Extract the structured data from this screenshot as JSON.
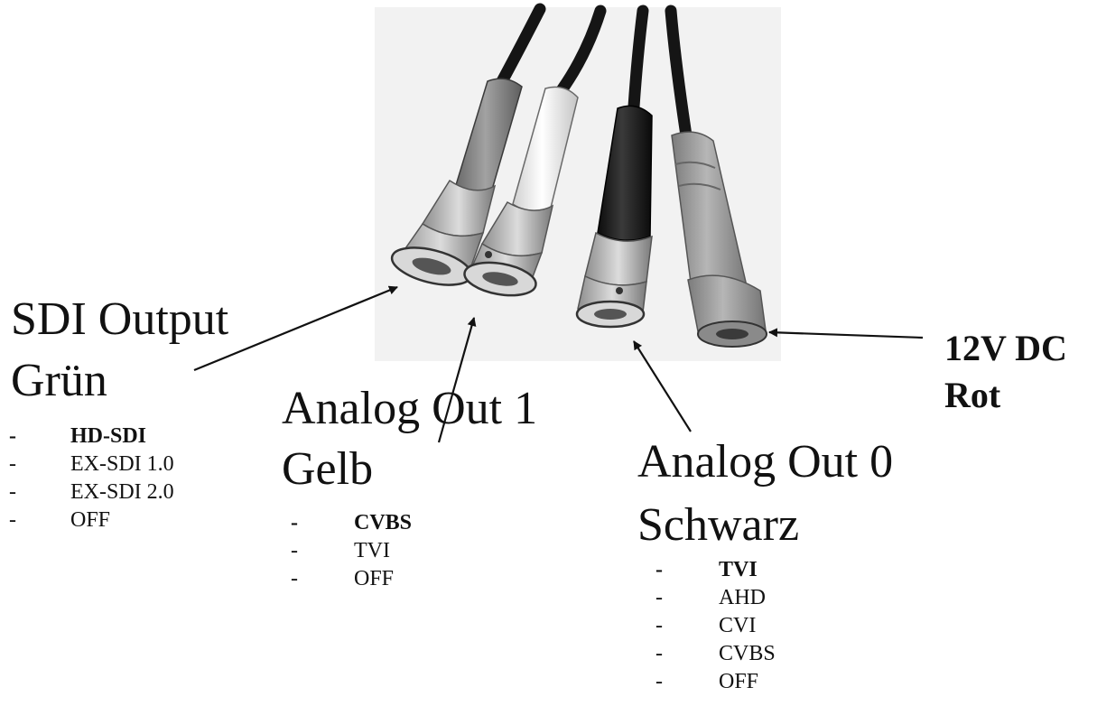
{
  "colors": {
    "ink": "#111111",
    "photo_bg": "#f2f2f2",
    "green_plug": "#8a8a8a",
    "yellow_plug": "#f5f5f5",
    "black_plug": "#1c1c1c",
    "red_plug": "#9a9a9a",
    "metal": "#b8b8b8",
    "cable": "#151515"
  },
  "icons": {
    "arrow": "black-arrowhead",
    "connector": "bnc-plug",
    "power": "dc-barrel-jack"
  },
  "sdi": {
    "title": "SDI Output",
    "color": "Grün",
    "options": [
      "HD-SDI",
      "EX-SDI 1.0",
      "EX-SDI 2.0",
      "OFF"
    ],
    "default_index": 0
  },
  "analog1": {
    "title": "Analog Out 1",
    "color": "Gelb",
    "options": [
      "CVBS",
      "TVI",
      "OFF"
    ],
    "default_index": 0
  },
  "analog0": {
    "title": "Analog Out 0",
    "color": "Schwarz",
    "options": [
      "TVI",
      "AHD",
      "CVI",
      "CVBS",
      "OFF"
    ],
    "default_index": 0
  },
  "power": {
    "title": "12V DC",
    "color": "Rot"
  }
}
